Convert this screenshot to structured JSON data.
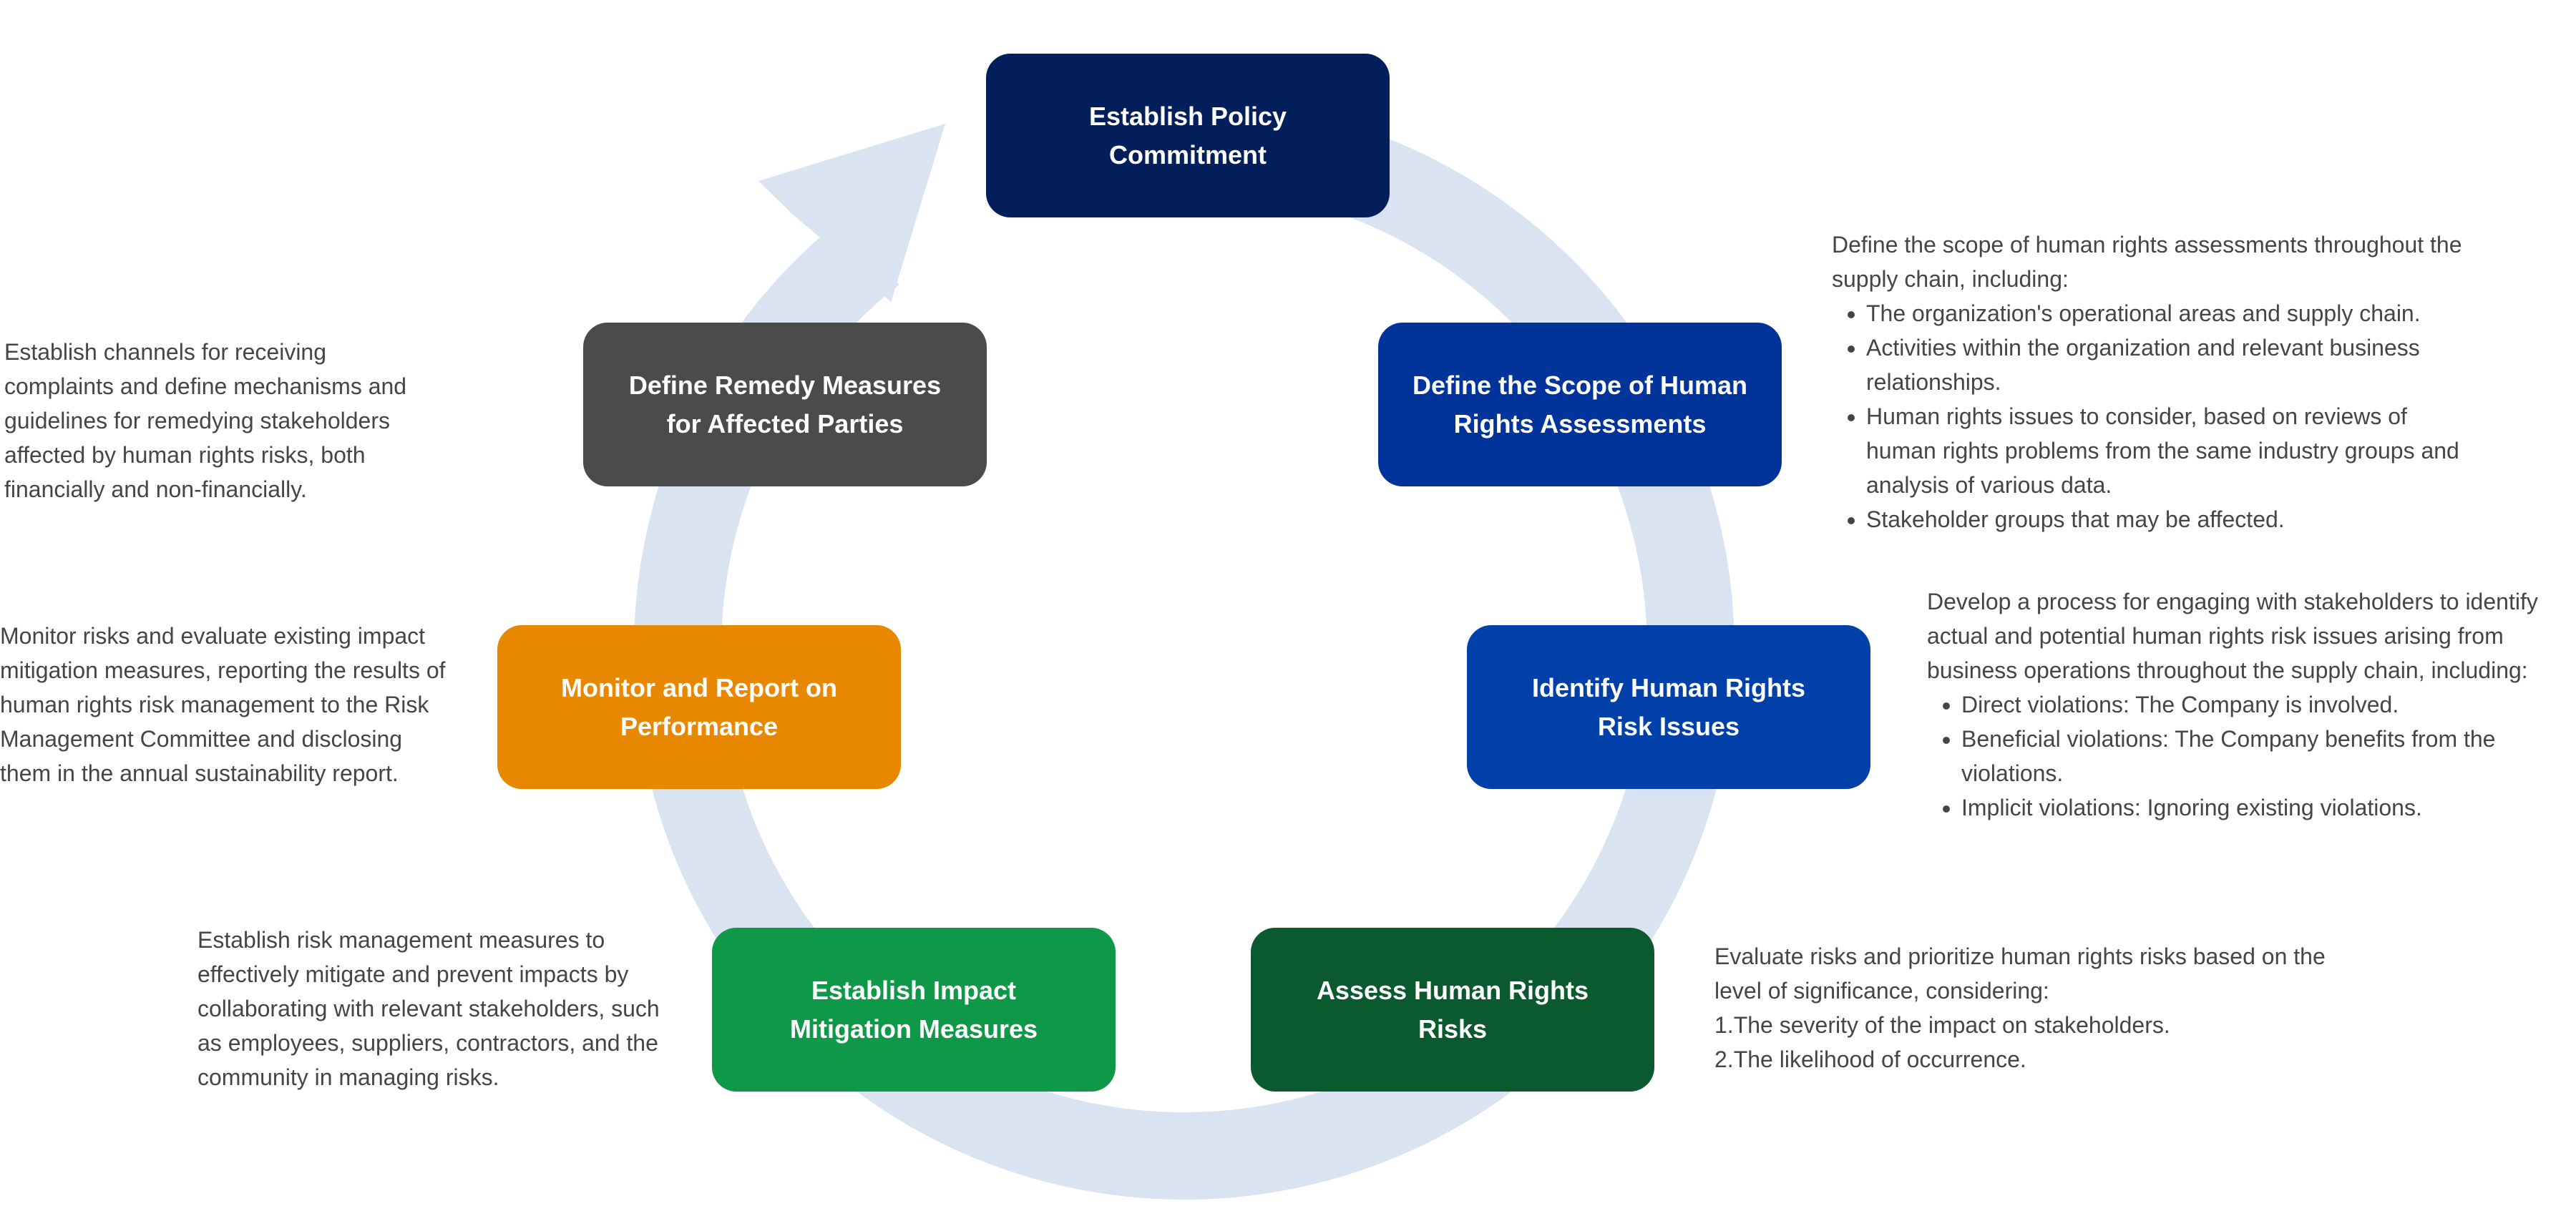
{
  "colors": {
    "ring": "#DAE3F1",
    "text": "#454545"
  },
  "steps": [
    {
      "id": "policy",
      "title": "Establish Policy\nCommitment",
      "color": "#021F5B"
    },
    {
      "id": "scope",
      "title": "Define the Scope of Human\nRights Assessments",
      "color": "#00349A"
    },
    {
      "id": "identify",
      "title": "Identify Human Rights\nRisk Issues",
      "color": "#0040A8"
    },
    {
      "id": "assess",
      "title": "Assess Human Rights\nRisks",
      "color": "#0B5A2F"
    },
    {
      "id": "impact",
      "title": "Establish Impact\nMitigation Measures",
      "color": "#0F9847"
    },
    {
      "id": "monitor",
      "title": "Monitor and Report on\nPerformance",
      "color": "#E88800"
    },
    {
      "id": "remedy",
      "title": "Define Remedy Measures\nfor Affected Parties",
      "color": "#4B4B4B"
    }
  ],
  "descriptions": {
    "scope": {
      "intro": "Define the scope of human rights assessments throughout the supply chain, including:",
      "bullets": [
        "The organization's operational areas and supply chain.",
        "Activities within the organization and relevant business relationships.",
        "Human rights issues to consider, based on reviews of human rights problems from the same industry groups and analysis of various data.",
        "Stakeholder groups that may be affected."
      ]
    },
    "identify": {
      "intro": "Develop a process for engaging with stakeholders to identify actual and potential human rights risk issues arising from business operations throughout the supply chain, including:",
      "bullets": [
        "Direct violations: The Company is involved.",
        "Beneficial violations: The Company benefits from the violations.",
        "Implicit violations: Ignoring existing violations."
      ]
    },
    "assess": {
      "intro": "Evaluate risks and prioritize human rights risks based on the level of significance, considering:",
      "items": [
        "1.The severity of the impact on stakeholders.",
        "2.The likelihood of occurrence."
      ]
    },
    "impact": {
      "text": "Establish risk management measures to effectively mitigate and prevent impacts by collaborating with relevant stakeholders, such as employees, suppliers, contractors, and the community in managing risks."
    },
    "monitor": {
      "text": "Monitor risks and evaluate existing impact mitigation measures, reporting the results of human rights risk management to the Risk Management Committee and disclosing them in the annual sustainability report."
    },
    "remedy": {
      "text": "Establish channels for receiving complaints and define mechanisms and guidelines for remedying stakeholders affected by human rights risks, both financially and non-financially."
    }
  }
}
